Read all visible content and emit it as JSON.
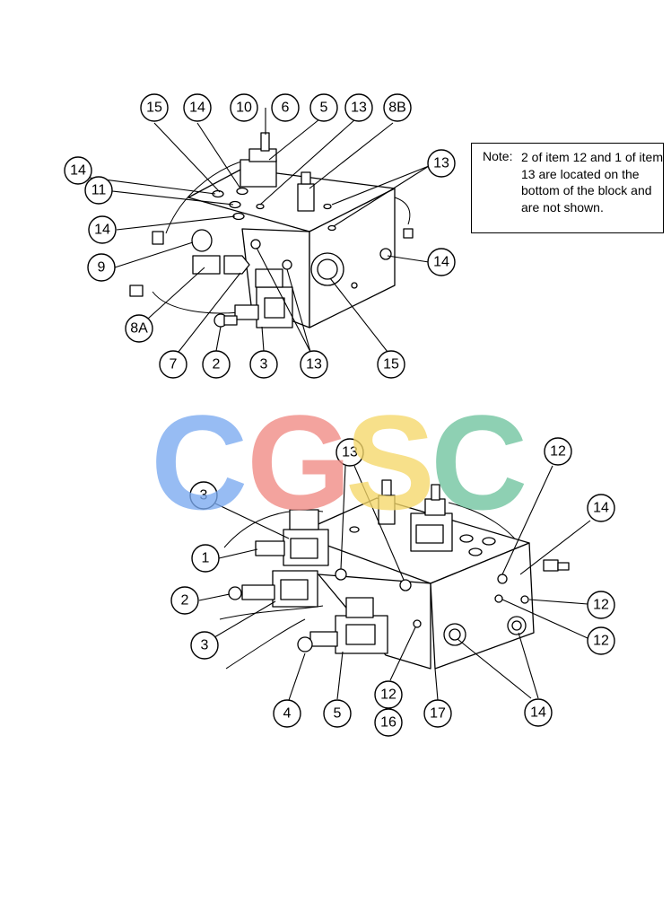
{
  "note": {
    "label": "Note:",
    "text": "2 of item 12 and 1 of item 13 are located on the bottom of the block and are not shown."
  },
  "watermark": {
    "letters": [
      {
        "char": "C",
        "color": "#7aaaf0"
      },
      {
        "char": "G",
        "color": "#f08a84"
      },
      {
        "char": "S",
        "color": "#f5d86a"
      },
      {
        "char": "C",
        "color": "#6fc49e"
      }
    ]
  },
  "callouts_top": [
    "15",
    "14",
    "10",
    "6",
    "5",
    "13",
    "8B",
    "14",
    "11",
    "14",
    "9",
    "8A",
    "7",
    "2",
    "3",
    "13",
    "15",
    "13",
    "14"
  ],
  "callouts_bottom": [
    "13",
    "12",
    "3",
    "14",
    "1",
    "2",
    "3",
    "4",
    "5",
    "12",
    "16",
    "17",
    "12",
    "12",
    "14"
  ]
}
